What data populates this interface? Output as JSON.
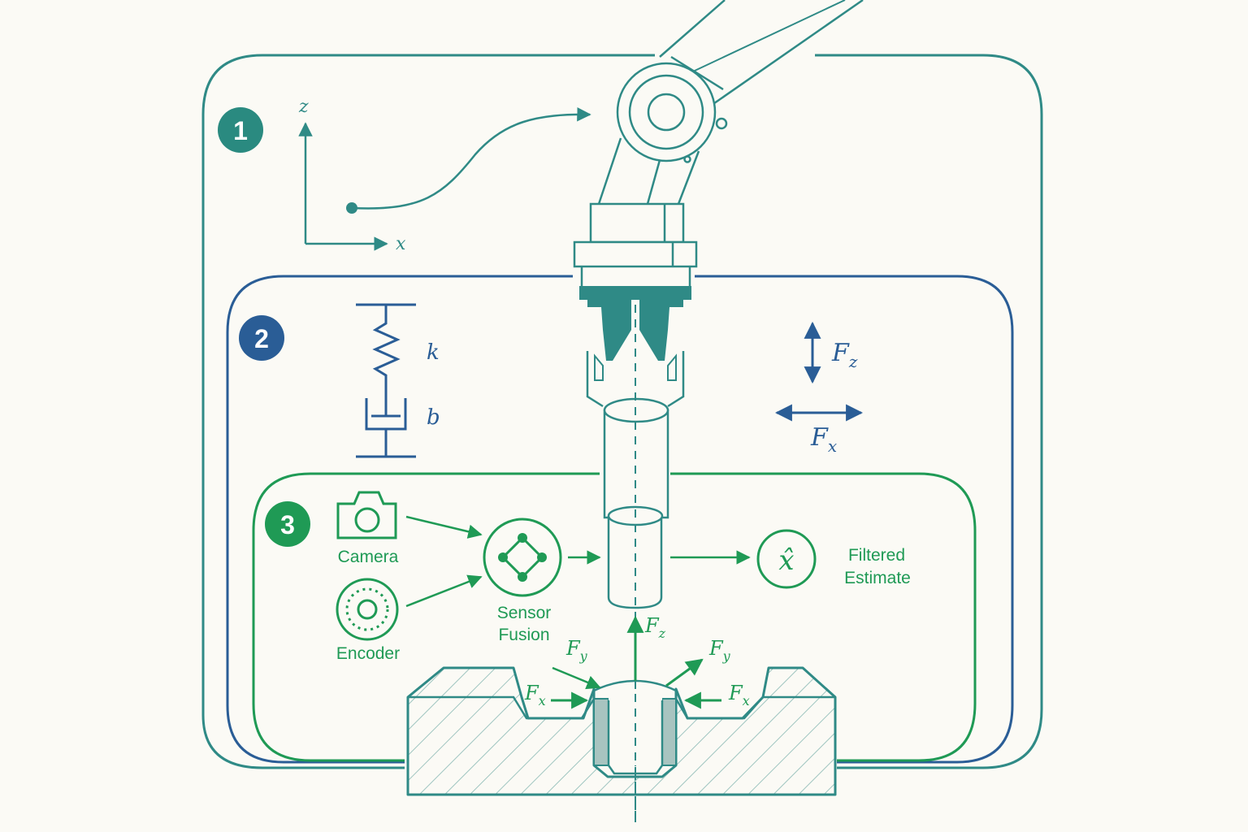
{
  "colors": {
    "background": "#fbfaf5",
    "teal": "#2f8a86",
    "blue": "#2a5d96",
    "green": "#1f9a55",
    "gripper": "#2f8a86",
    "hatch": "#9fc5c0"
  },
  "sections": [
    {
      "number": "1",
      "color": "#2a8a80"
    },
    {
      "number": "2",
      "color": "#2a5d96"
    },
    {
      "number": "3",
      "color": "#1f9a55"
    }
  ],
  "trajectory": {
    "axis_vertical": "z",
    "axis_horizontal": "x"
  },
  "impedance": {
    "spring_label": "k",
    "damper_label": "b",
    "force_vertical": {
      "main": "F",
      "sub": "z"
    },
    "force_horizontal": {
      "main": "F",
      "sub": "x"
    }
  },
  "fusion": {
    "camera_label": "Camera",
    "encoder_label": "Encoder",
    "fusion_line1": "Sensor",
    "fusion_line2": "Fusion",
    "estimate_symbol": "x̂",
    "estimate_line1": "Filtered",
    "estimate_line2": "Estimate"
  },
  "contact_forces": {
    "fz": {
      "main": "F",
      "sub": "z"
    },
    "fy_left": {
      "main": "F",
      "sub": "y"
    },
    "fy_right": {
      "main": "F",
      "sub": "y"
    },
    "fx_left": {
      "main": "F",
      "sub": "x"
    },
    "fx_right": {
      "main": "F",
      "sub": "x"
    }
  },
  "icons": [
    "camera-icon",
    "encoder-icon",
    "sensor-fusion-icon",
    "estimate-icon",
    "spring-icon",
    "damper-icon"
  ]
}
